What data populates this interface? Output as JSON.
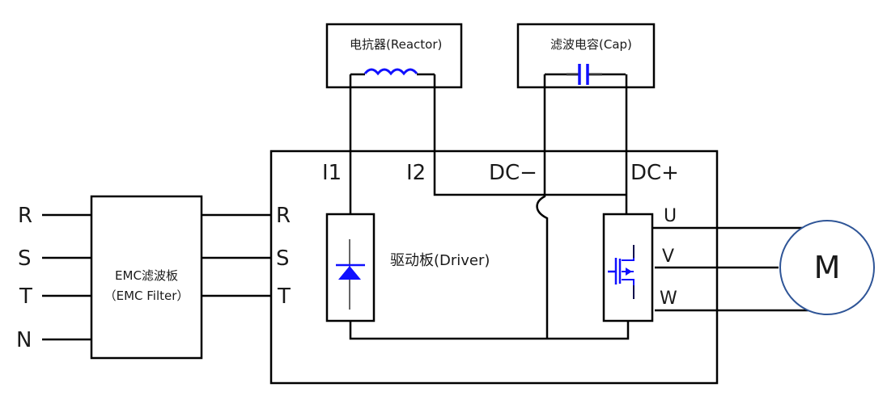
{
  "diagram": {
    "reactor": {
      "label": "电抗器(Reactor)",
      "icon": "inductor-icon"
    },
    "capacitor": {
      "label": "滤波电容(Cap)",
      "icon": "capacitor-icon"
    },
    "emc_filter": {
      "label_line1": "EMC滤波板",
      "label_line2": "（EMC Filter）"
    },
    "inputs": [
      "R",
      "S",
      "T",
      "N"
    ],
    "driver_inputs": [
      "R",
      "S",
      "T"
    ],
    "terminals": {
      "i1": "I1",
      "i2": "I2",
      "dc_minus": "DC−",
      "dc_plus": "DC+"
    },
    "driver": {
      "label": "驱动板(Driver)",
      "rectifier_icon": "diode-icon",
      "inverter_icon": "igbt-icon"
    },
    "outputs": [
      "U",
      "V",
      "W"
    ],
    "motor": {
      "label": "M"
    },
    "colors": {
      "symbol": "#1010ff",
      "motor_outline": "#2f5597",
      "wire": "#000000",
      "text": "#1a1a1a"
    }
  }
}
